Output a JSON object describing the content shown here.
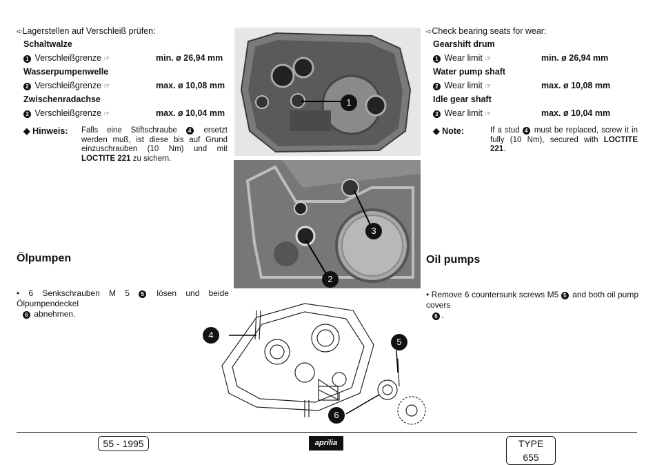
{
  "left": {
    "intro": "Lagerstellen auf Verschleiß prüfen:",
    "items": [
      {
        "heading": "Schaltwalze",
        "num": "1",
        "label": "Verschleißgrenze",
        "value": "min. ø 26,94 mm"
      },
      {
        "heading": "Wasserpumpenwelle",
        "num": "2",
        "label": "Verschleißgrenze",
        "value": "max. ø 10,08 mm"
      },
      {
        "heading": "Zwischenradachse",
        "num": "3",
        "label": "Verschleißgrenze",
        "value": "max. ø 10,04 mm"
      }
    ],
    "note_label": "Hinweis:",
    "note_pre": "Falls eine Stiftschraube",
    "note_num": "4",
    "note_mid": "ersetzt werden muß, ist diese bis auf Grund einzuschrauben (10 Nm) und mit",
    "note_bold": "LOCTITE 221",
    "note_post": "zu sichern.",
    "section_title": "Ölpumpen",
    "bullet_pre": "6 Senkschrauben M 5",
    "bullet_num1": "5",
    "bullet_mid": "lösen und beide Ölpumpendeckel",
    "bullet_num2": "6",
    "bullet_post": "abnehmen."
  },
  "right": {
    "intro": "Check bearing seats for wear:",
    "items": [
      {
        "heading": "Gearshift drum",
        "num": "1",
        "label": "Wear limit",
        "value": "min. ø 26,94 mm"
      },
      {
        "heading": "Water pump shaft",
        "num": "2",
        "label": "Wear limit",
        "value": "max. ø 10,08 mm"
      },
      {
        "heading": "Idle gear shaft",
        "num": "3",
        "label": "Wear limit",
        "value": "max. ø 10,04 mm"
      }
    ],
    "note_label": "Note:",
    "note_pre": "If a stud",
    "note_num": "4",
    "note_mid": "must be replaced, screw it in fully (10 Nm), secured with",
    "note_bold": "LOCTITE 221",
    "note_post": ".",
    "section_title": "Oil pumps",
    "bullet_pre": "Remove 6 countersunk screws M5",
    "bullet_num1": "5",
    "bullet_mid": "and both oil pump covers",
    "bullet_num2": "6",
    "bullet_post": "."
  },
  "callouts": {
    "c1": "1",
    "c2": "2",
    "c3": "3",
    "c4": "4",
    "c5": "5",
    "c6": "6"
  },
  "footer": {
    "page": "55 - 1995",
    "logo": "aprilia",
    "type": "TYPE 655"
  },
  "icons": {
    "arrow": "hand-arrow-icon",
    "pointer": "pointing-finger-icon",
    "bullet": "diamond-bullet-icon"
  }
}
